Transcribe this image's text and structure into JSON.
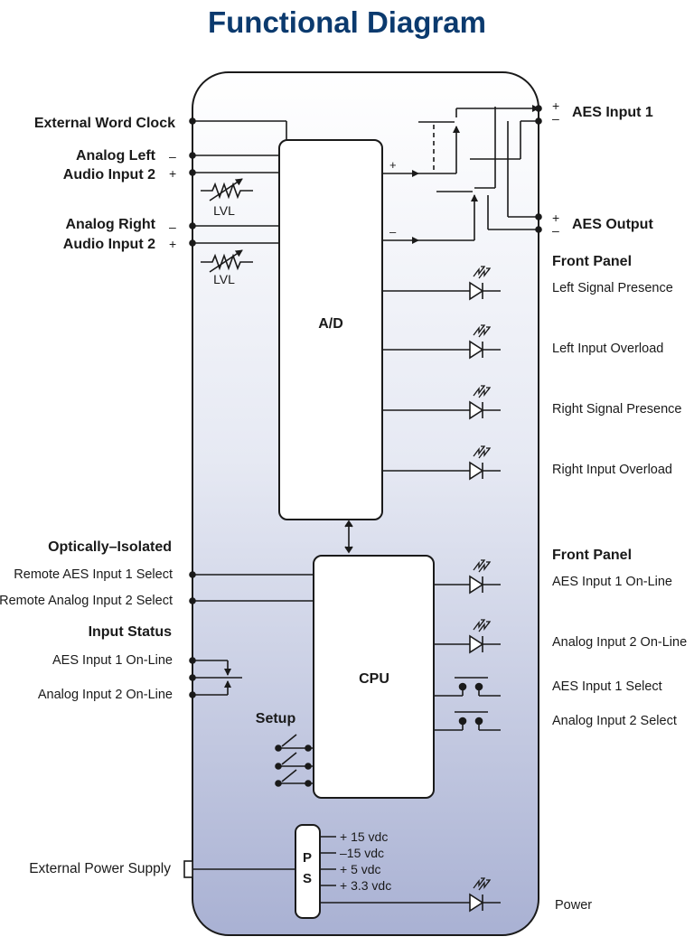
{
  "title": "Functional Diagram",
  "blocks": {
    "ad": "A/D",
    "cpu": "CPU",
    "ps_p": "P",
    "ps_s": "S",
    "setup": "Setup"
  },
  "left_labels": {
    "ext_word_clock": "External Word Clock",
    "analog_left_1": "Analog Left",
    "analog_left_2": "Audio Input 2",
    "analog_right_1": "Analog Right",
    "analog_right_2": "Audio Input 2",
    "lvl": "LVL",
    "optically_isolated": "Optically–Isolated",
    "remote_aes": "Remote AES Input 1 Select",
    "remote_analog": "Remote Analog Input 2 Select",
    "input_status": "Input Status",
    "aes_online": "AES Input 1 On-Line",
    "analog_online": "Analog Input 2 On-Line",
    "ext_power": "External Power Supply"
  },
  "polarity": {
    "minus": "–",
    "plus": "+"
  },
  "right_labels": {
    "aes_input_1": "AES Input 1",
    "aes_output": "AES Output",
    "front_panel_1": "Front Panel",
    "left_signal_presence": "Left Signal Presence",
    "left_input_overload": "Left Input Overload",
    "right_signal_presence": "Right Signal Presence",
    "right_input_overload": "Right Input Overload",
    "front_panel_2": "Front Panel",
    "aes_input_1_online": "AES Input 1 On-Line",
    "analog_input_2_online": "Analog Input 2 On-Line",
    "aes_input_1_select": "AES Input 1 Select",
    "analog_input_2_select": "Analog Input 2 Select",
    "power": "Power"
  },
  "ps_voltages": [
    "+ 15 vdc",
    "–15 vdc",
    "+ 5 vdc",
    "+ 3.3 vdc"
  ],
  "colors": {
    "title": "#0b3a6e",
    "panel_top": "#ffffff",
    "panel_bottom": "#a9b1d3",
    "line": "#1a1a1a"
  }
}
